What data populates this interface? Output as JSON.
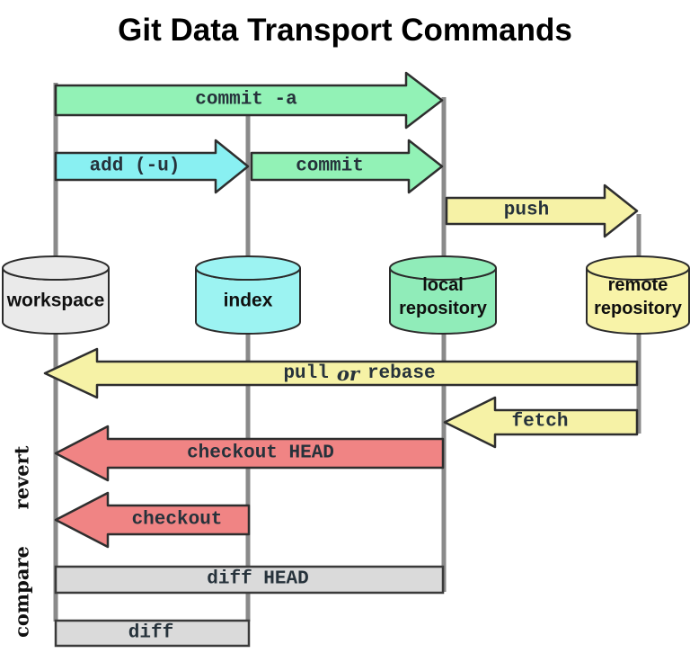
{
  "title": "Git Data Transport Commands",
  "nodes": {
    "workspace": {
      "label": "workspace",
      "fill": "#EAEAEA"
    },
    "index": {
      "label": "index",
      "fill": "#9CF3F2"
    },
    "local_repository": {
      "line1": "local",
      "line2": "repository",
      "fill": "#90ECB9"
    },
    "remote_repository": {
      "line1": "remote",
      "line2": "repository",
      "fill": "#F8F3A8"
    }
  },
  "arrows": {
    "commit_a": {
      "label": "commit -a",
      "fill": "#92F2B6",
      "direction": "right",
      "from": "workspace",
      "to": "local repository"
    },
    "add": {
      "label": "add (-u)",
      "fill": "#89F0F2",
      "direction": "right",
      "from": "workspace",
      "to": "index"
    },
    "commit": {
      "label": "commit",
      "fill": "#92F2B6",
      "direction": "right",
      "from": "index",
      "to": "local repository"
    },
    "push": {
      "label": "push",
      "fill": "#F6F2A6",
      "direction": "right",
      "from": "local repository",
      "to": "remote repository"
    },
    "pull_or_rebase": {
      "part1": "pull",
      "part2": "or",
      "part3": "rebase",
      "fill": "#F6F2A6",
      "direction": "left",
      "from": "remote repository",
      "to": "workspace"
    },
    "fetch": {
      "label": "fetch",
      "fill": "#F6F2A6",
      "direction": "left",
      "from": "remote repository",
      "to": "local repository"
    },
    "checkout_head": {
      "label": "checkout HEAD",
      "fill": "#F08484",
      "direction": "left",
      "from": "local repository",
      "to": "workspace"
    },
    "checkout": {
      "label": "checkout",
      "fill": "#F08484",
      "direction": "left",
      "from": "index",
      "to": "workspace"
    }
  },
  "bars": {
    "diff_head": {
      "label": "diff HEAD",
      "fill": "#DADADA",
      "spans": "workspace to local repository"
    },
    "diff": {
      "label": "diff",
      "fill": "#DADADA",
      "spans": "workspace to index"
    }
  },
  "side_labels": {
    "revert": "revert",
    "compare": "compare"
  },
  "colors": {
    "lifeline": "#8A8A8A",
    "outline": "#2E2E2E",
    "label_text": "#26323B",
    "node_text": "#101010",
    "title_text": "#000000",
    "background": "#FFFFFF"
  }
}
